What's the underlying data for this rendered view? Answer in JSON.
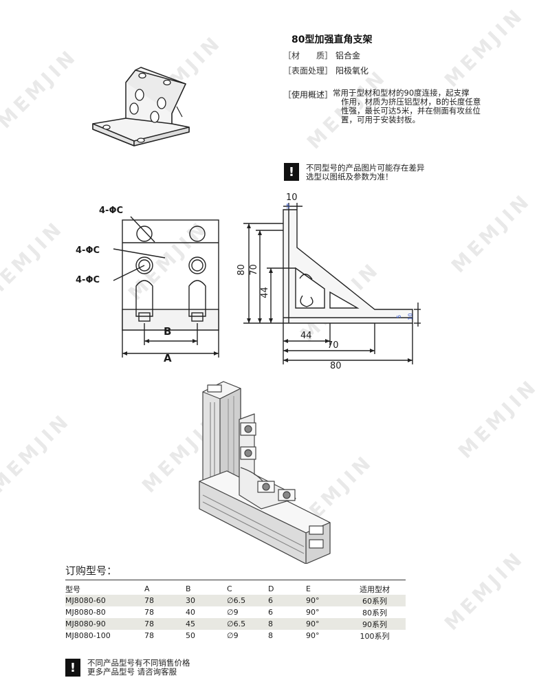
{
  "product": {
    "title": "80型加强直角支架",
    "specs": [
      {
        "label": "［材　　质］",
        "value": "铝合金"
      },
      {
        "label": "［表面处理］",
        "value": "阳极氧化"
      }
    ],
    "usage_label": "［使用概述］",
    "usage_lines": [
      "常用于型材和型材的90度连接，起支撑",
      "作用，材质为挤压铝型材，B的长度任意",
      "性强，最长可达5米，并在侧面有攻丝位",
      "置，可用于安装封板。"
    ],
    "notice_lines": [
      "不同型号的产品图片可能存在差异",
      "选型以图纸及参数为准！"
    ]
  },
  "drawing": {
    "front_labels": [
      "4-ΦC",
      "4-ΦC",
      "4-ΦC"
    ],
    "dim_b": "B",
    "dim_a": "A",
    "side_dims": {
      "top": "10",
      "small": "5",
      "h80": "80",
      "h70": "70",
      "h44": "44",
      "w44": "44",
      "w70": "70",
      "w80": "80",
      "r5": "5",
      "r10": "10"
    }
  },
  "order": {
    "title": "订购型号：",
    "headers": [
      "型号",
      "A",
      "B",
      "C",
      "D",
      "E",
      "适用型材"
    ],
    "rows": [
      {
        "model": "MJ8080-60",
        "a": "78",
        "b": "30",
        "c": "∅6.5",
        "d": "6",
        "e": "90°",
        "fit_num": "60",
        "fit_txt": "系列"
      },
      {
        "model": "MJ8080-80",
        "a": "78",
        "b": "40",
        "c": "∅9",
        "d": "6",
        "e": "90°",
        "fit_num": "80",
        "fit_txt": "系列"
      },
      {
        "model": "MJ8080-90",
        "a": "78",
        "b": "45",
        "c": "∅6.5",
        "d": "8",
        "e": "90°",
        "fit_num": "90",
        "fit_txt": "系列"
      },
      {
        "model": "MJ8080-100",
        "a": "78",
        "b": "50",
        "c": "∅9",
        "d": "8",
        "e": "90°",
        "fit_num": "100",
        "fit_txt": "系列"
      }
    ],
    "footer_lines": [
      "不同产品型号有不同销售价格",
      "更多产品型号 请咨询客服"
    ]
  },
  "watermark": "MEMJIN",
  "colors": {
    "row_shade": "#e8e8e2",
    "warn_bg": "#111111",
    "line": "#333333"
  }
}
